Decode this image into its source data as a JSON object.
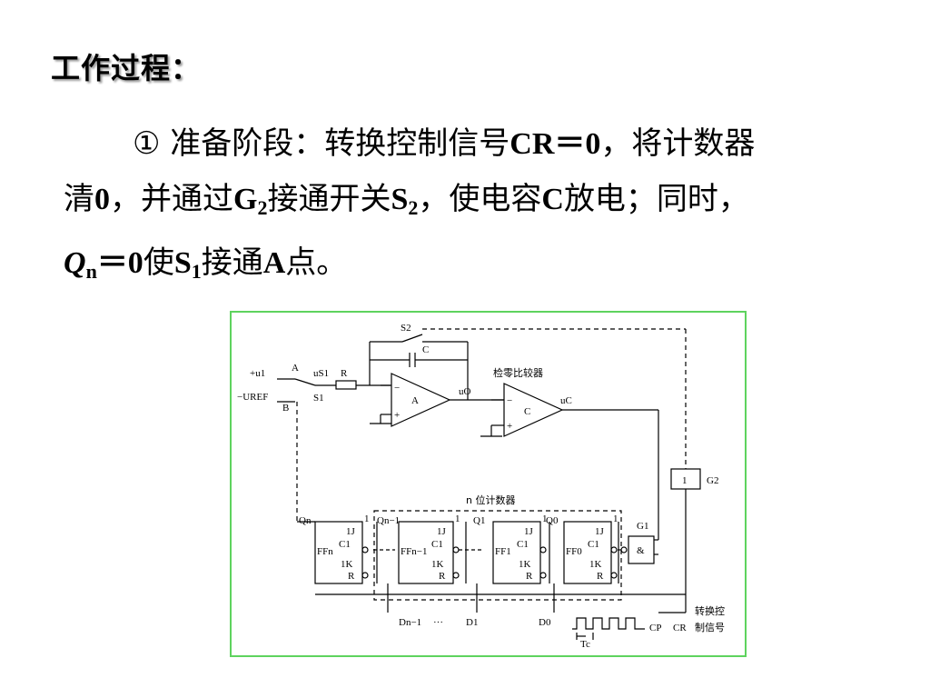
{
  "title": "工作过程：",
  "para": {
    "circle_num": "①",
    "t1": " 准备阶段：转换控制信号",
    "cr": "CR＝0",
    "t2": "，将计数器",
    "t3": "清",
    "zero": "0",
    "t4": "，并通过",
    "g": "G",
    "g_sub": "2",
    "t5": "接通开关",
    "s": "S",
    "s_sub": "2",
    "t6": "，使电容",
    "c": "C",
    "t7": "放电；同时，",
    "q": "Q",
    "q_sub": "n",
    "eq": "＝0",
    "t8": "使",
    "s1": "S",
    "s1_sub": "1",
    "t9": "接通",
    "a": "A",
    "t10": "点。"
  },
  "circuit": {
    "S2": "S2",
    "C": "C",
    "u1": "+u1",
    "A_label": "A",
    "uS1": "uS1",
    "R": "R",
    "uREF": "−UREF",
    "B_label": "B",
    "S1": "S1",
    "opamp_A": "A",
    "uO": "uO",
    "comparator_title": "检零比较器",
    "opamp_C": "C",
    "uC": "uC",
    "G2_gate": "1",
    "G2": "G2",
    "counter_title": "n 位计数器",
    "Qn": "Qn",
    "Qn1": "Qn−1",
    "Q1": "Q1",
    "Q0": "Q0",
    "one": "1",
    "J": "1J",
    "C1": "C1",
    "K": "1K",
    "Rpin": "R",
    "FFn": "FFn",
    "FFn1": "FFn−1",
    "FF1": "FF1",
    "FF0": "FF0",
    "G1": "G1",
    "and": "&",
    "Dn1": "Dn−1",
    "dots": "···",
    "D1": "D1",
    "D0": "D0",
    "Tc": "Tc",
    "CP": "CP",
    "CR": "CR",
    "ctrl1": "转换控",
    "ctrl2": "制信号",
    "minus": "−",
    "plus": "+"
  }
}
